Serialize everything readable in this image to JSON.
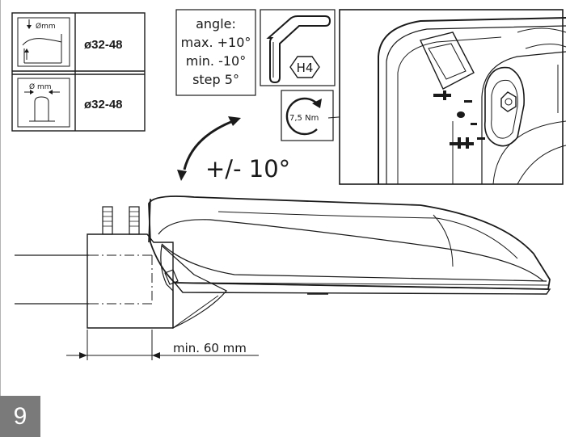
{
  "pipe_table": {
    "rows": [
      {
        "icon": "pipe-top-mount-icon",
        "icon_label": "Ømm",
        "diameter": "ø32-48"
      },
      {
        "icon": "pipe-side-mount-icon",
        "icon_label": "Ø mm",
        "diameter": "ø32-48"
      }
    ]
  },
  "angle_box": {
    "lines": [
      "angle:",
      "max. +10°",
      "min. -10°",
      "step 5°"
    ]
  },
  "hex_key": {
    "label": "H4",
    "icon": "hex-key-icon"
  },
  "torque": {
    "label": "7,5 Nm",
    "icon": "torque-wrench-icon"
  },
  "tilt_label": "+/- 10°",
  "min_distance_label": "min. 60 mm",
  "step_number": "9",
  "colors": {
    "line": "#1a1a1a",
    "badge": "#7a7a7a"
  }
}
